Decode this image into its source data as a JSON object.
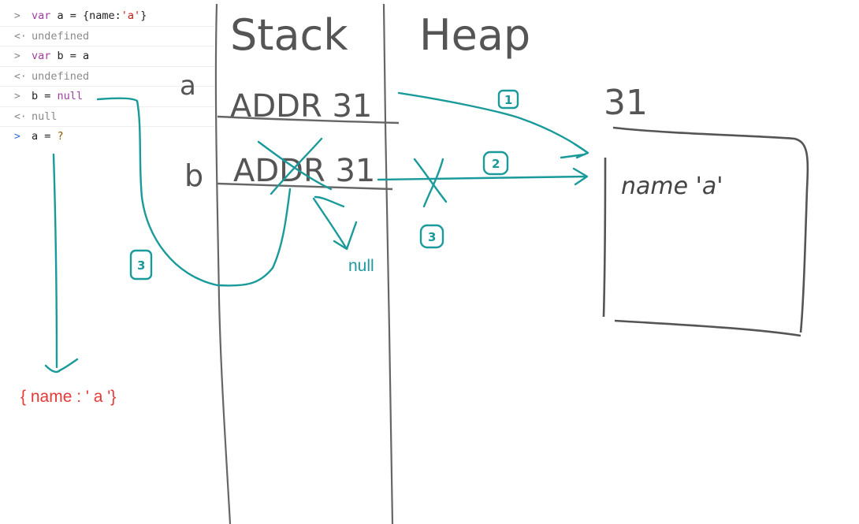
{
  "console": {
    "lines": [
      {
        "prompt": ">",
        "kind": "input",
        "tokens": [
          {
            "text": "var",
            "style": "kw"
          },
          {
            "text": " a = {name:",
            "style": "plain"
          },
          {
            "text": "'a'",
            "style": "str"
          },
          {
            "text": "}",
            "style": "plain"
          }
        ]
      },
      {
        "prompt": "<·",
        "kind": "result",
        "tokens": [
          {
            "text": "undefined",
            "style": "plain"
          }
        ]
      },
      {
        "prompt": ">",
        "kind": "input",
        "tokens": [
          {
            "text": "var",
            "style": "kw"
          },
          {
            "text": " b = a",
            "style": "plain"
          }
        ]
      },
      {
        "prompt": "<·",
        "kind": "result",
        "tokens": [
          {
            "text": "undefined",
            "style": "plain"
          }
        ]
      },
      {
        "prompt": ">",
        "kind": "input",
        "tokens": [
          {
            "text": "b = ",
            "style": "plain"
          },
          {
            "text": "null",
            "style": "kw"
          }
        ]
      },
      {
        "prompt": "<·",
        "kind": "result",
        "tokens": [
          {
            "text": "null",
            "style": "plain"
          }
        ]
      },
      {
        "prompt": ">",
        "kind": "active",
        "tokens": [
          {
            "text": "a = ",
            "style": "plain"
          },
          {
            "text": "?",
            "style": "unk"
          }
        ]
      }
    ]
  },
  "diagram": {
    "stack_title": "Stack",
    "heap_title": "Heap",
    "var_a": "a",
    "var_b": "b",
    "addr_a": "ADDR 31",
    "addr_b": "ADDR 31",
    "heap_address": "31",
    "heap_object": "name 'a'",
    "null_label": "null",
    "result_label": "{ name : ' a '}",
    "step_labels": [
      "1",
      "2",
      "3",
      "3"
    ]
  },
  "colors": {
    "pencil": "#555555",
    "annotation": "#1a9a9a",
    "result": "#e53935",
    "keyword": "#a13da1",
    "string": "#c41a16"
  }
}
